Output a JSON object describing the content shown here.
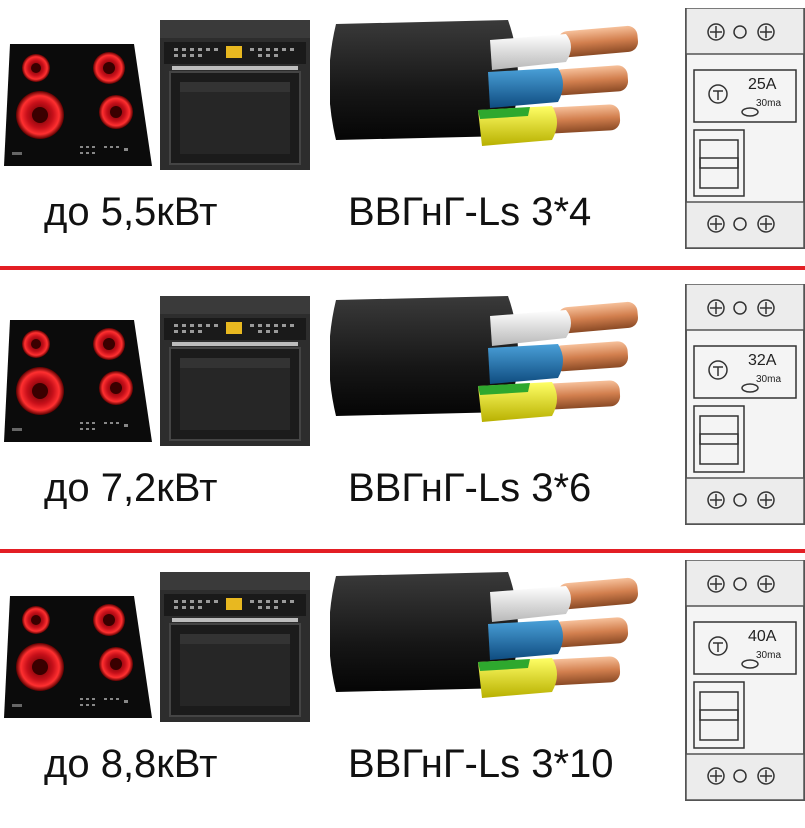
{
  "colors": {
    "divider": "#e31e24",
    "cable_sheath": "#1c1c1c",
    "wire_white": "#e8e8e8",
    "wire_blue": "#1f73b0",
    "wire_yellow_green": "#e8e000",
    "copper": "#d88a5a",
    "hob_ring": "#d8141a",
    "oven_body": "#2b2b2b",
    "oven_display": "#e8b820"
  },
  "icons": [
    "ceramic-hob-icon",
    "built-in-oven-icon",
    "three-core-cable-icon",
    "rcd-breaker-icon"
  ],
  "rows": [
    {
      "power": "до 5,5кВт",
      "cable": "ВВГнГ-Ls 3*4",
      "rcd_rating": "25A",
      "rcd_sensitivity": "30ma"
    },
    {
      "power": "до 7,2кВт",
      "cable": "ВВГнГ-Ls 3*6",
      "rcd_rating": "32A",
      "rcd_sensitivity": "30ma"
    },
    {
      "power": "до 8,8кВт",
      "cable": "ВВГнГ-Ls 3*10",
      "rcd_rating": "40A",
      "rcd_sensitivity": "30ma"
    }
  ]
}
